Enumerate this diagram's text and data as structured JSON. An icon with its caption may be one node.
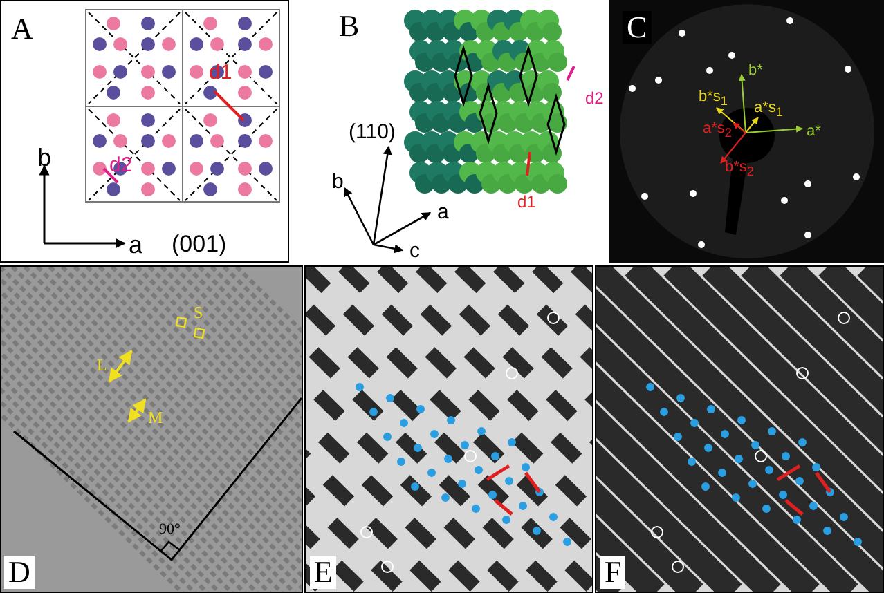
{
  "diagram": {
    "labels": [
      "A",
      "b",
      "a",
      "(001)",
      "d1",
      "d2",
      "B",
      "(110)",
      "b",
      "a",
      "c",
      "d2",
      "d1",
      "C",
      "b*",
      "b*s$_{1}$",
      "a*s$_{1}$",
      "a*s$_{2}$",
      "a*",
      "b*s$_{2}$",
      "S",
      "L",
      "M",
      "90°",
      "D",
      "E",
      "F"
    ]
  }
}
